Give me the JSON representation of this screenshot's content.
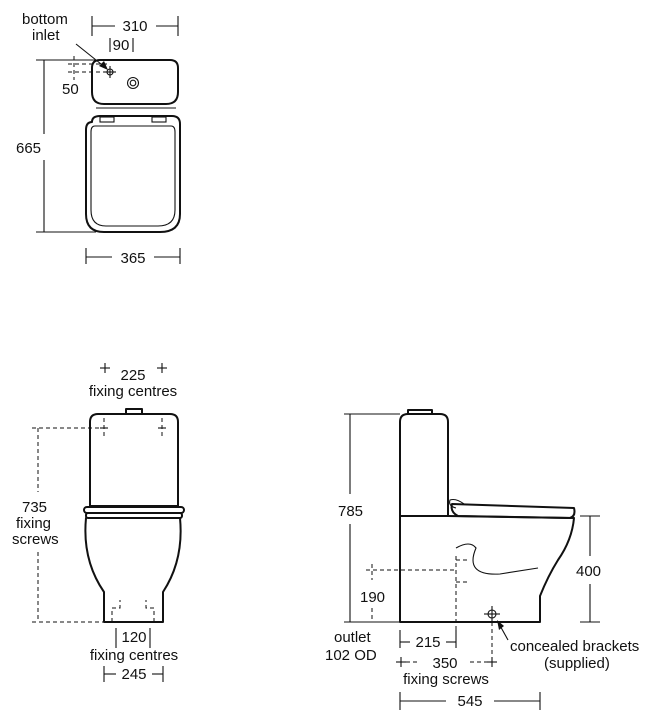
{
  "top_view": {
    "bottom_inlet_line1": "bottom",
    "bottom_inlet_line2": "inlet",
    "width_cistern": "310",
    "inlet_offset": "90",
    "inlet_depth": "50",
    "length": "665",
    "width_bowl": "365"
  },
  "front_view": {
    "top_centres_value": "225",
    "top_centres_label": "fixing centres",
    "height_value": "735",
    "height_label_1": "fixing",
    "height_label_2": "screws",
    "bottom_centres_value": "120",
    "bottom_centres_label": "fixing centres",
    "base_width": "245"
  },
  "side_view": {
    "total_height": "785",
    "bowl_height": "400",
    "outlet_height": "190",
    "outlet_label_1": "outlet",
    "outlet_label_2": "102 OD",
    "outlet_distance": "215",
    "brackets_label_1": "concealed brackets",
    "brackets_label_2": "(supplied)",
    "fixing_screws_value": "350",
    "fixing_screws_label": "fixing screws",
    "total_depth": "545"
  }
}
